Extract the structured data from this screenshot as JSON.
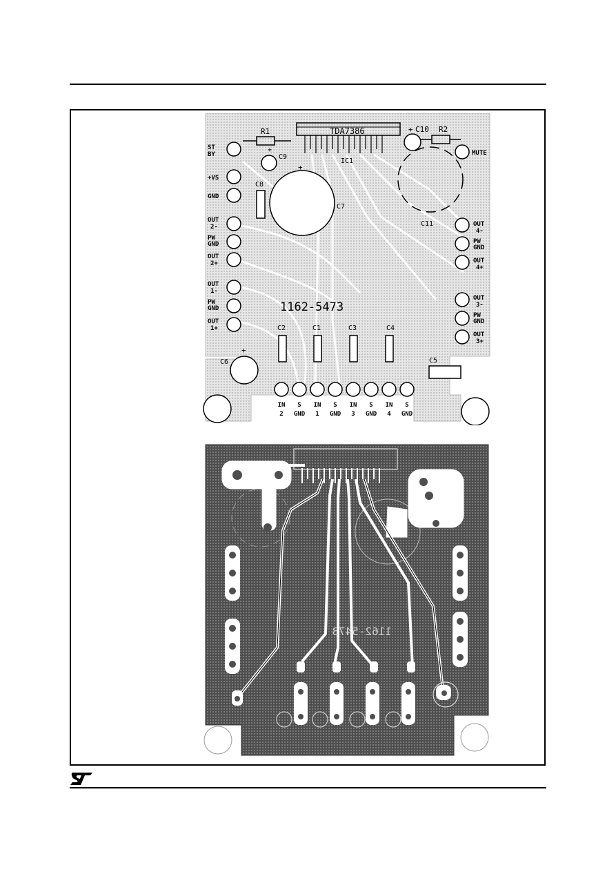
{
  "component_layout": {
    "ic_name": "TDA7386",
    "ic_ref": "IC1",
    "board_code": "1162-5473",
    "components": [
      "R1",
      "R2",
      "C1",
      "C2",
      "C3",
      "C4",
      "C5",
      "C6",
      "C7",
      "C8",
      "C9",
      "C10",
      "C11"
    ],
    "labels": {
      "r1": "R1",
      "r2": "R2",
      "c1": "C1",
      "c2": "C2",
      "c3": "C3",
      "c4": "C4",
      "c5": "C5",
      "c6": "C6",
      "c7": "C7",
      "c8": "C8",
      "c9": "C9",
      "c10": "C10",
      "c11": "C11",
      "plus": "+"
    },
    "left_connectors": [
      {
        "l1": "ST",
        "l2": "BY"
      },
      {
        "l1": "+VS",
        "l2": ""
      },
      {
        "l1": "GND",
        "l2": ""
      },
      {
        "l1": "OUT",
        "l2": "2-"
      },
      {
        "l1": "PW",
        "l2": "GND"
      },
      {
        "l1": "OUT",
        "l2": "2+"
      },
      {
        "l1": "OUT",
        "l2": "1-"
      },
      {
        "l1": "PW",
        "l2": "GND"
      },
      {
        "l1": "OUT",
        "l2": "1+"
      }
    ],
    "right_connectors": [
      {
        "l1": "MUTE",
        "l2": ""
      },
      {
        "l1": "OUT",
        "l2": "4-"
      },
      {
        "l1": "PW",
        "l2": "GND"
      },
      {
        "l1": "OUT",
        "l2": "4+"
      },
      {
        "l1": "OUT",
        "l2": "3-"
      },
      {
        "l1": "PW",
        "l2": "GND"
      },
      {
        "l1": "OUT",
        "l2": "3+"
      }
    ],
    "bottom_connectors": [
      {
        "l1": "IN",
        "l2": "2"
      },
      {
        "l1": "S",
        "l2": "GND"
      },
      {
        "l1": "IN",
        "l2": "1"
      },
      {
        "l1": "S",
        "l2": "GND"
      },
      {
        "l1": "IN",
        "l2": "3"
      },
      {
        "l1": "S",
        "l2": "GND"
      },
      {
        "l1": "IN",
        "l2": "4"
      },
      {
        "l1": "S",
        "l2": "GND"
      }
    ]
  },
  "copper_layout": {
    "board_code": "1162-5473"
  },
  "colors": {
    "silkscreen_bg": "#dcdcdc",
    "copper_bg": "#5a5a5a",
    "trace": "#ffffff"
  }
}
